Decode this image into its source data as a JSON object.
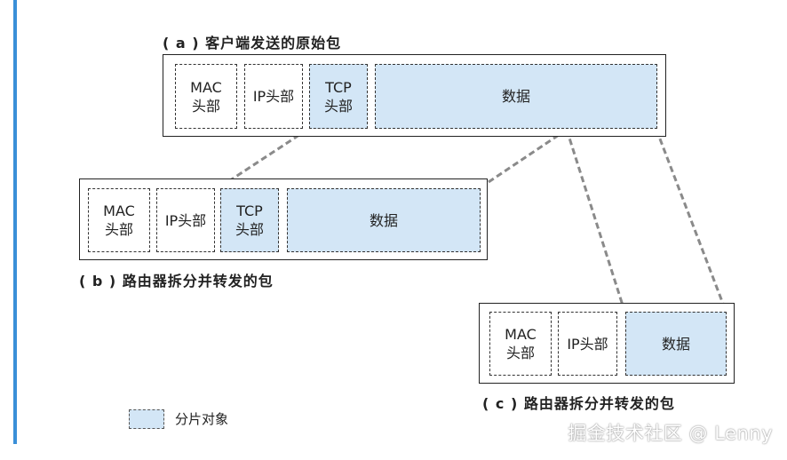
{
  "captions": {
    "a": "( a ) 客户端发送的原始包",
    "b": "( b ) 路由器拆分并转发的包",
    "c": "( c ) 路由器拆分并转发的包"
  },
  "packet_a": {
    "mac": "MAC\n头部",
    "ip": "IP头部",
    "tcp": "TCP\n头部",
    "data": "数据"
  },
  "packet_b": {
    "mac": "MAC\n头部",
    "ip": "IP头部",
    "tcp": "TCP\n头部",
    "data": "数据"
  },
  "packet_c": {
    "mac": "MAC\n头部",
    "ip": "IP头部",
    "data": "数据"
  },
  "legend": {
    "label": "分片对象"
  },
  "watermark": "掘金技术社区 @ Lenny",
  "colors": {
    "fragment_fill": "#d3e6f6",
    "connector": "#8a8a8a",
    "accent_bar": "#3a8fd8"
  }
}
